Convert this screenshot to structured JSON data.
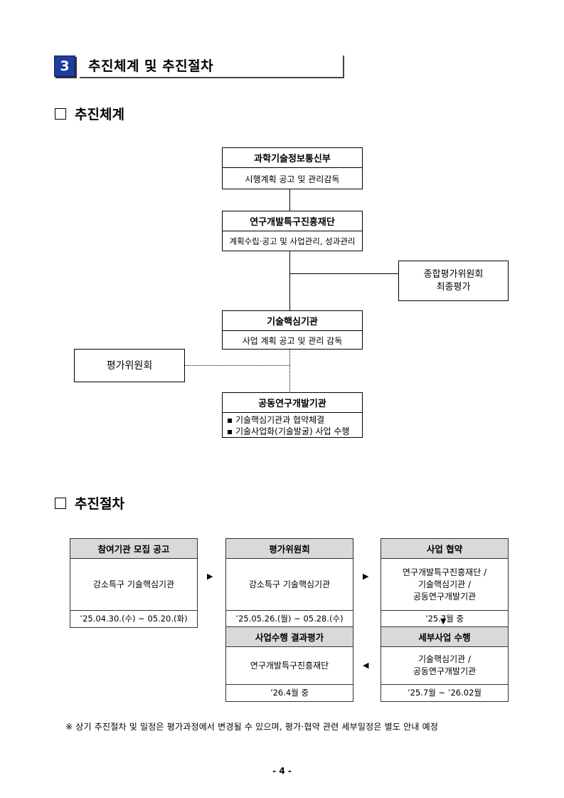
{
  "section": {
    "number": "3",
    "title": "추진체계 및 추진절차"
  },
  "system": {
    "heading": "추진체계",
    "boxes": {
      "msit": {
        "title": "과학기술정보통신부",
        "sub": "시행계획 공고 및 관리감독"
      },
      "foundation": {
        "title": "연구개발특구진흥재단",
        "sub": "계획수립·공고 및 사업관리, 성과관리"
      },
      "final_committee": {
        "line1": "종합평가위원회",
        "line2": "최종평가"
      },
      "core": {
        "title": "기술핵심기관",
        "sub": "사업 계획 공고 및 관리 감독"
      },
      "eval_committee": {
        "label": "평가위원회"
      },
      "joint": {
        "title": "공동연구개발기관",
        "items": [
          "기술핵심기관과 협약체결",
          "기술사업화(기술발굴) 사업 수행"
        ]
      }
    }
  },
  "procedure": {
    "heading": "추진절차",
    "steps": [
      {
        "header": "참여기관 모집 공고",
        "body": [
          "강소특구 기술핵심기관"
        ],
        "date": "’25.04.30.(수) ~ 05.20.(화)"
      },
      {
        "header": "평가위원회",
        "body": [
          "강소특구 기술핵심기관"
        ],
        "date": "’25.05.26.(월) ~ 05.28.(수)"
      },
      {
        "header": "사업 협약",
        "body": [
          "연구개발특구진흥재단 /",
          "기술핵심기관 /",
          "공동연구개발기관"
        ],
        "date": "’25.7월 중"
      },
      {
        "header": "세부사업 수행",
        "body": [
          "기술핵심기관 /",
          "공동연구개발기관"
        ],
        "date": "’25.7월 ~ ’26.02월"
      },
      {
        "header": "사업수행 결과평가",
        "body": [
          "연구개발특구진흥재단"
        ],
        "date": "’26.4월 중"
      }
    ],
    "arrows": {
      "right": "▶",
      "down": "▼",
      "left": "◀"
    }
  },
  "note": "※ 상기 추진절차 및 일정은 평가과정에서 변경될 수 있으며, 평가·협약 관련 세부일정은 별도 안내 예정",
  "page_number": "- 4 -"
}
